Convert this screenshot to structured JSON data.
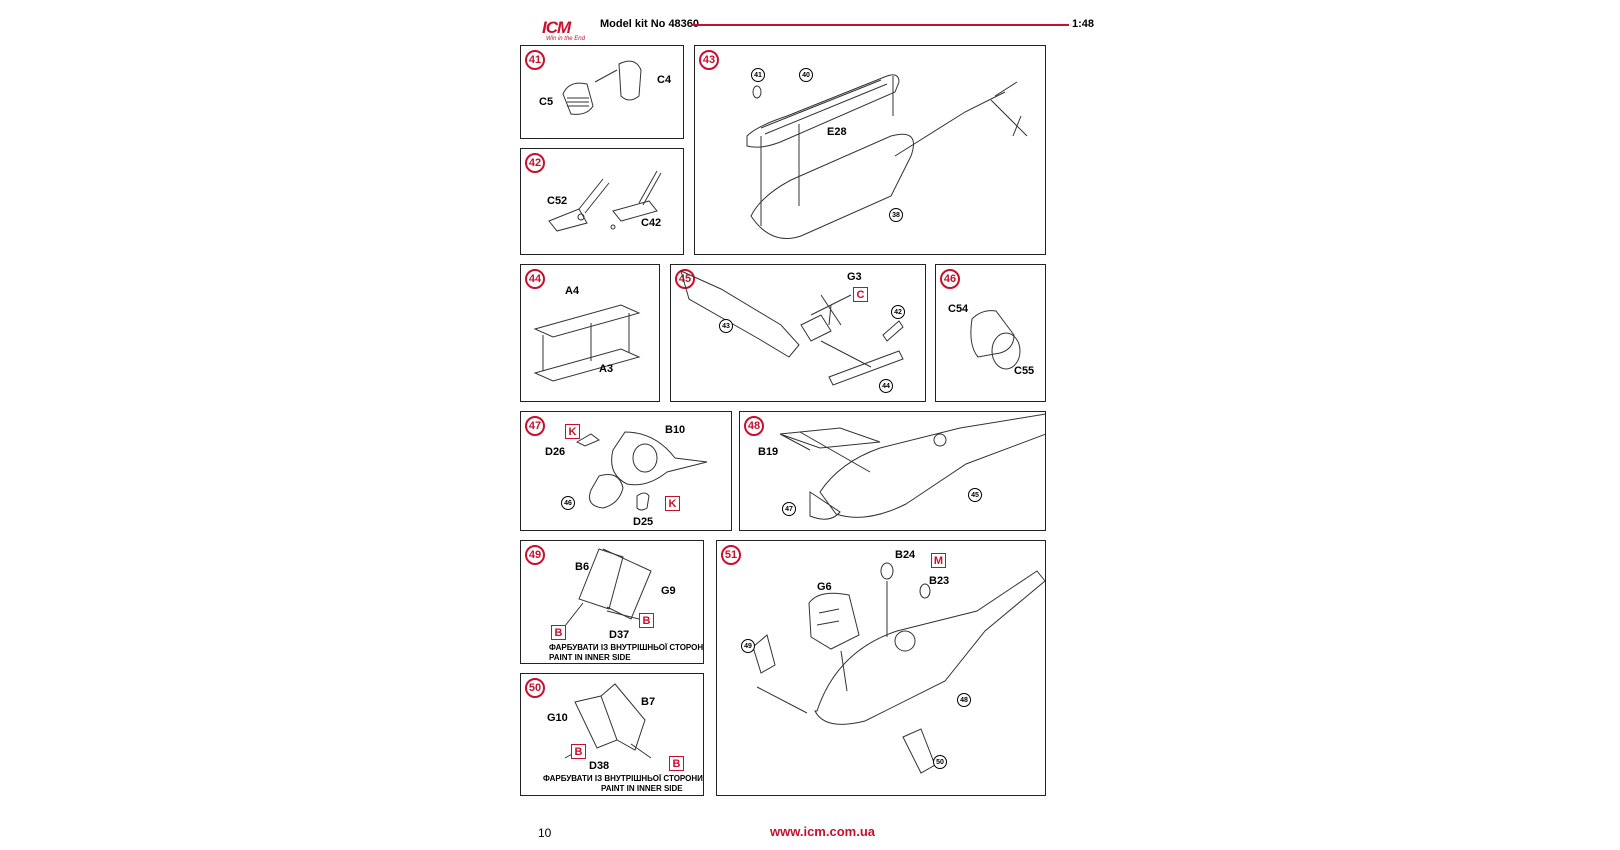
{
  "header": {
    "logo_text": "ICM",
    "logo_tagline": "Win in the End",
    "kit_title": "Model kit No 48360",
    "scale": "1:48"
  },
  "steps": {
    "s41": {
      "number": "41",
      "labels": [
        "C4",
        "C5"
      ]
    },
    "s42": {
      "number": "42",
      "labels": [
        "C52",
        "C42"
      ]
    },
    "s43": {
      "number": "43",
      "labels": [
        "E28"
      ],
      "refs": [
        "41",
        "40",
        "38"
      ]
    },
    "s44": {
      "number": "44",
      "labels": [
        "A4",
        "A3"
      ]
    },
    "s45": {
      "number": "45",
      "labels": [
        "G3"
      ],
      "paint": [
        "C"
      ],
      "refs": [
        "42",
        "43",
        "44"
      ]
    },
    "s46": {
      "number": "46",
      "labels": [
        "C54",
        "C55"
      ]
    },
    "s47": {
      "number": "47",
      "labels": [
        "B10",
        "D26",
        "D25"
      ],
      "paint": [
        "K",
        "K"
      ],
      "refs": [
        "46"
      ]
    },
    "s48": {
      "number": "48",
      "labels": [
        "B19"
      ],
      "refs": [
        "47",
        "45"
      ]
    },
    "s49": {
      "number": "49",
      "labels": [
        "B6",
        "G9",
        "D37"
      ],
      "paint": [
        "B",
        "B"
      ],
      "note_ua": "ФАРБУВАТИ ІЗ ВНУТРІШНЬОЇ СТОРОНИ",
      "note_en": "PAINT IN INNER SIDE"
    },
    "s50": {
      "number": "50",
      "labels": [
        "B7",
        "G10",
        "D38"
      ],
      "paint": [
        "B",
        "B"
      ],
      "note_ua": "ФАРБУВАТИ ІЗ ВНУТРІШНЬОЇ СТОРОНИ",
      "note_en": "PAINT IN INNER SIDE"
    },
    "s51": {
      "number": "51",
      "labels": [
        "B24",
        "B23",
        "G6"
      ],
      "paint": [
        "M"
      ],
      "refs": [
        "49",
        "48",
        "50"
      ]
    }
  },
  "footer": {
    "page_number": "10",
    "url": "www.icm.com.ua"
  },
  "colors": {
    "accent": "#c8102e"
  }
}
